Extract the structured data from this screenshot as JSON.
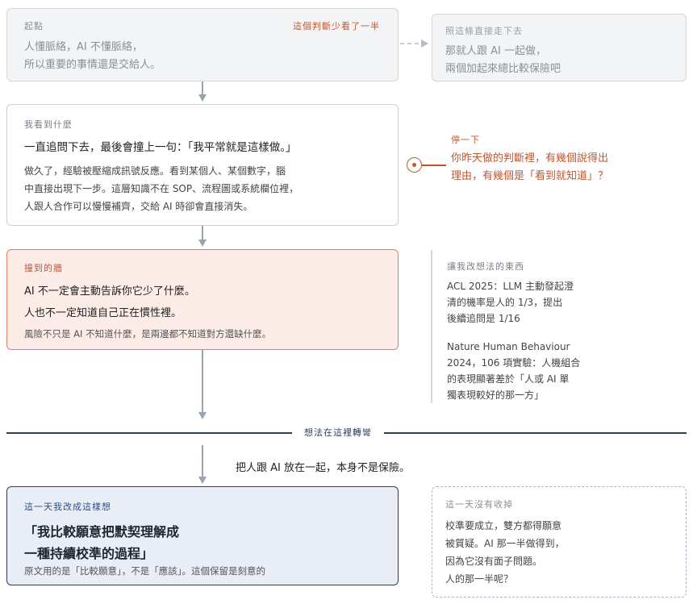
{
  "start": {
    "tag": "起點",
    "flag": "這個判斷少看了一半",
    "lines": [
      "人懂脈絡，AI 不懂脈絡，",
      "所以重要的事情還是交給人。"
    ]
  },
  "follow": {
    "tag": "照這條直接走下去",
    "lines": [
      "那就人跟 AI 一起做，",
      "兩個加起來總比較保險吧"
    ]
  },
  "saw": {
    "tag": "我看到什麼",
    "headline": "一直追問下去，最後會撞上一句：「我平常就是這樣做。」",
    "lines": [
      "做久了，經驗被壓縮成訊號反應。看到某個人、某個數字，腦",
      "中直接出現下一步。這層知識不在 SOP、流程圖或系統欄位裡，",
      "人跟人合作可以慢慢補齊，交給 AI 時卻會直接消失。"
    ]
  },
  "pause": {
    "tag": "停一下",
    "lines": [
      "你昨天做的判斷裡，有幾個說得出",
      "理由，有幾個是「看到就知道」？"
    ]
  },
  "wall": {
    "tag": "撞到的牆",
    "line1": "AI 不一定會主動告訴你它少了什麼。",
    "line2": "人也不一定知道自己正在慣性裡。",
    "line3": "風險不只是 AI 不知道什麼，是兩邊都不知道對方還缺什麼。"
  },
  "sources": {
    "tag": "讓我改想法的東西",
    "s1": [
      "ACL 2025：LLM 主動發起澄",
      "清的機率是人的 1/3，提出",
      "後續追問是 1/16"
    ],
    "s2": [
      "Nature Human Behaviour",
      "2024，106 項實驗：人機組合",
      "的表現顯著差於「人或 AI 單",
      "獨表現較好的那一方」"
    ]
  },
  "divider": {
    "label": "想法在這裡轉彎"
  },
  "statement": "把人跟 AI 放在一起，本身不是保險。",
  "reframe": {
    "tag": "這一天我改成這樣想",
    "big": [
      "「我比較願意把默契理解成",
      "一種持續校準的過程」"
    ],
    "note": "原文用的是「比較願意」，不是「應該」。這個保留是刻意的"
  },
  "unresolved": {
    "tag": "這一天沒有收掉",
    "lines": [
      "校準要成立，雙方都得願意",
      "被質疑。AI 那一半做得到，",
      "因為它沒有面子問題。",
      "人的那一半呢？"
    ]
  }
}
